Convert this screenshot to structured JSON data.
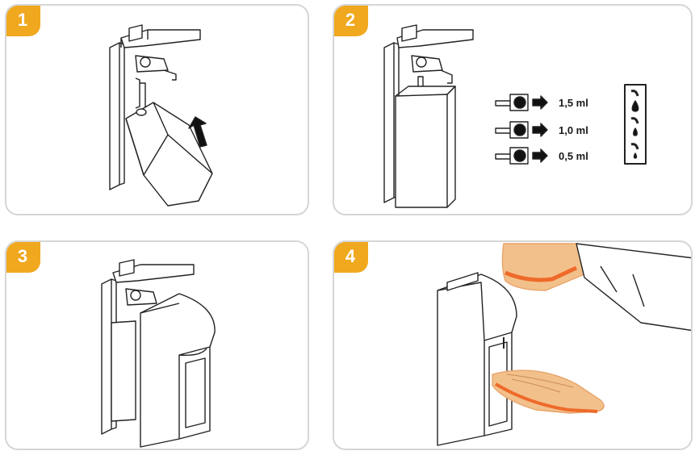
{
  "steps": [
    {
      "number": "1",
      "illustration": "insert-bottle"
    },
    {
      "number": "2",
      "illustration": "set-dose"
    },
    {
      "number": "3",
      "illustration": "attach-cover"
    },
    {
      "number": "4",
      "illustration": "dispense-on-hand"
    }
  ],
  "doses": [
    "1,5 ml",
    "1,0 ml",
    "0,5 ml"
  ],
  "colors": {
    "badge": "#f0a81f",
    "border": "#d6d6d6",
    "skin": "#f2c08b",
    "skin_shade": "#ee6a2a"
  }
}
